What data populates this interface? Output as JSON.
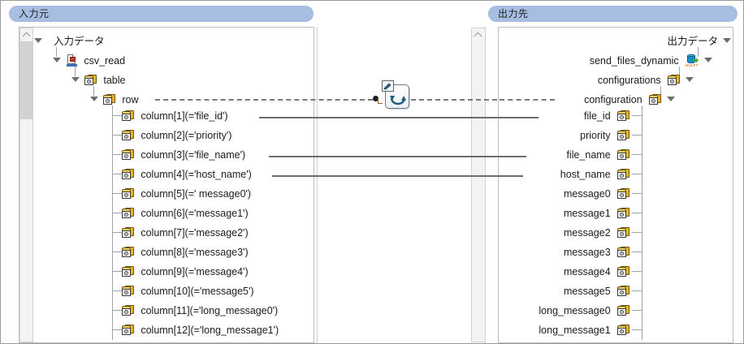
{
  "panels": {
    "source": {
      "header": "入力元",
      "root": {
        "label": "入力データ",
        "icon": "none",
        "expanded": true
      },
      "nodes": [
        {
          "label": "csv_read",
          "icon": "csv-document-icon",
          "depth": 1,
          "expanded": true
        },
        {
          "label": "table",
          "icon": "element-icon",
          "depth": 2,
          "expanded": true
        },
        {
          "label": "row",
          "icon": "element-icon",
          "depth": 3,
          "expanded": true
        },
        {
          "label": "column[1](='file_id')",
          "icon": "element-icon",
          "depth": 4,
          "expanded": false
        },
        {
          "label": "column[2](='priority')",
          "icon": "element-icon",
          "depth": 4,
          "expanded": false
        },
        {
          "label": "column[3](='file_name')",
          "icon": "element-icon",
          "depth": 4,
          "expanded": false
        },
        {
          "label": "column[4](='host_name')",
          "icon": "element-icon",
          "depth": 4,
          "expanded": false
        },
        {
          "label": "column[5](=' message0')",
          "icon": "element-icon",
          "depth": 4,
          "expanded": false
        },
        {
          "label": "column[6](='message1')",
          "icon": "element-icon",
          "depth": 4,
          "expanded": false
        },
        {
          "label": "column[7](='message2')",
          "icon": "element-icon",
          "depth": 4,
          "expanded": false
        },
        {
          "label": "column[8](='message3')",
          "icon": "element-icon",
          "depth": 4,
          "expanded": false
        },
        {
          "label": "column[9](='message4')",
          "icon": "element-icon",
          "depth": 4,
          "expanded": false
        },
        {
          "label": "column[10](='message5')",
          "icon": "element-icon",
          "depth": 4,
          "expanded": false
        },
        {
          "label": "column[11](='long_message0')",
          "icon": "element-icon",
          "depth": 4,
          "expanded": false
        },
        {
          "label": "column[12](='long_message1')",
          "icon": "element-icon",
          "depth": 4,
          "expanded": false
        }
      ]
    },
    "destination": {
      "header": "出力先",
      "root": {
        "label": "出力データ",
        "icon": "none",
        "expanded": true
      },
      "nodes": [
        {
          "label": "send_files_dynamic",
          "icon": "hulft-db-icon",
          "depth": 1,
          "expanded": true
        },
        {
          "label": "configurations",
          "icon": "element-icon",
          "depth": 2,
          "expanded": true
        },
        {
          "label": "configuration",
          "icon": "element-icon",
          "depth": 3,
          "expanded": true
        },
        {
          "label": "file_id",
          "icon": "element-icon",
          "depth": 4,
          "expanded": false
        },
        {
          "label": "priority",
          "icon": "element-icon",
          "depth": 4,
          "expanded": false
        },
        {
          "label": "file_name",
          "icon": "element-icon",
          "depth": 4,
          "expanded": false
        },
        {
          "label": "host_name",
          "icon": "element-icon",
          "depth": 4,
          "expanded": false
        },
        {
          "label": "message0",
          "icon": "element-icon",
          "depth": 4,
          "expanded": false
        },
        {
          "label": "message1",
          "icon": "element-icon",
          "depth": 4,
          "expanded": false
        },
        {
          "label": "message2",
          "icon": "element-icon",
          "depth": 4,
          "expanded": false
        },
        {
          "label": "message3",
          "icon": "element-icon",
          "depth": 4,
          "expanded": false
        },
        {
          "label": "message4",
          "icon": "element-icon",
          "depth": 4,
          "expanded": false
        },
        {
          "label": "message5",
          "icon": "element-icon",
          "depth": 4,
          "expanded": false
        },
        {
          "label": "long_message0",
          "icon": "element-icon",
          "depth": 4,
          "expanded": false
        },
        {
          "label": "long_message1",
          "icon": "element-icon",
          "depth": 4,
          "expanded": false
        }
      ]
    }
  },
  "mapper": {
    "icon": "loop-mapping-icon",
    "badge_icon": "edit-pencil-icon"
  },
  "connections": [
    {
      "from": "row",
      "to": "configuration",
      "style": "dashed"
    },
    {
      "from": "column[1](='file_id')",
      "to": "file_id",
      "style": "solid"
    },
    {
      "from": "column[3](='file_name')",
      "to": "file_name",
      "style": "solid"
    },
    {
      "from": "column[4](='host_name')",
      "to": "host_name",
      "style": "solid"
    }
  ],
  "colors": {
    "header_pill": "#a7bde2",
    "connector": "#6d6d6d",
    "tree_guide": "#9aa4ae",
    "pane_border": "#b6c2d2"
  }
}
